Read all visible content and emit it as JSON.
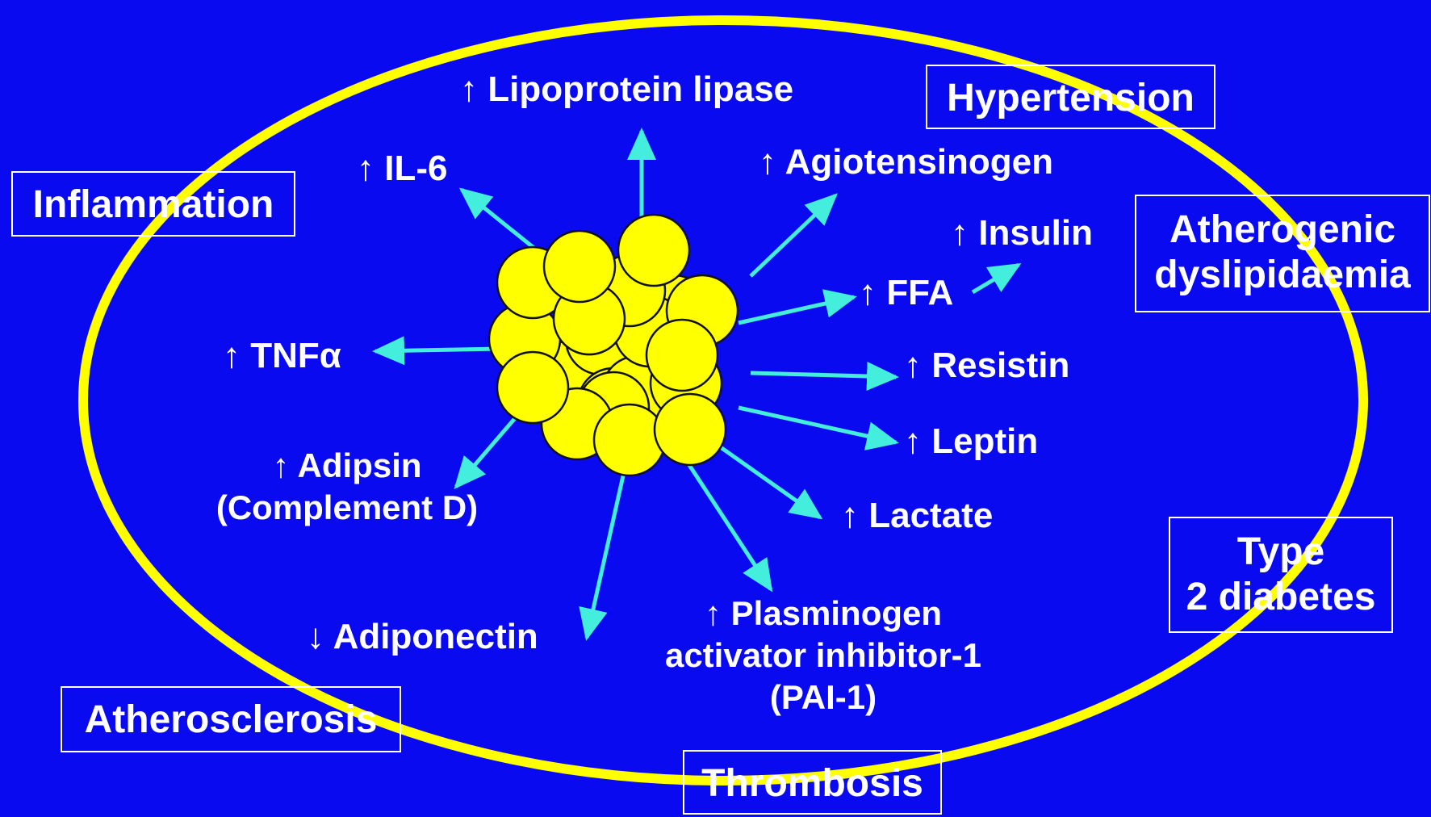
{
  "colors": {
    "background": "#0a0af0",
    "ring": "#ffff00",
    "arrow": "#44eedd",
    "cell_fill": "#ffff00",
    "cell_stroke": "#111111",
    "text": "#ffffff"
  },
  "mediators": {
    "lipoprotein_lipase": "↑ Lipoprotein lipase",
    "il6": "↑ IL-6",
    "angiotensinogen": "↑ Agiotensinogen",
    "insulin": "↑ Insulin",
    "ffa": "↑ FFA",
    "tnf": "↑ TNFα",
    "resistin": "↑ Resistin",
    "leptin": "↑ Leptin",
    "adipsin_line1": "↑ Adipsin",
    "adipsin_line2": "(Complement D)",
    "lactate": "↑ Lactate",
    "adiponectin": "↓ Adiponectin",
    "pai_line1": "↑ Plasminogen",
    "pai_line2": "activator inhibitor-1",
    "pai_line3": "(PAI-1)"
  },
  "conditions": {
    "hypertension": "Hypertension",
    "inflammation": "Inflammation",
    "atherogenic_line1": "Atherogenic",
    "atherogenic_line2": "dyslipidaemia",
    "type2_line1": "Type",
    "type2_line2": "2 diabetes",
    "atherosclerosis": "Atherosclerosis",
    "thrombosis": "Thrombosis"
  }
}
